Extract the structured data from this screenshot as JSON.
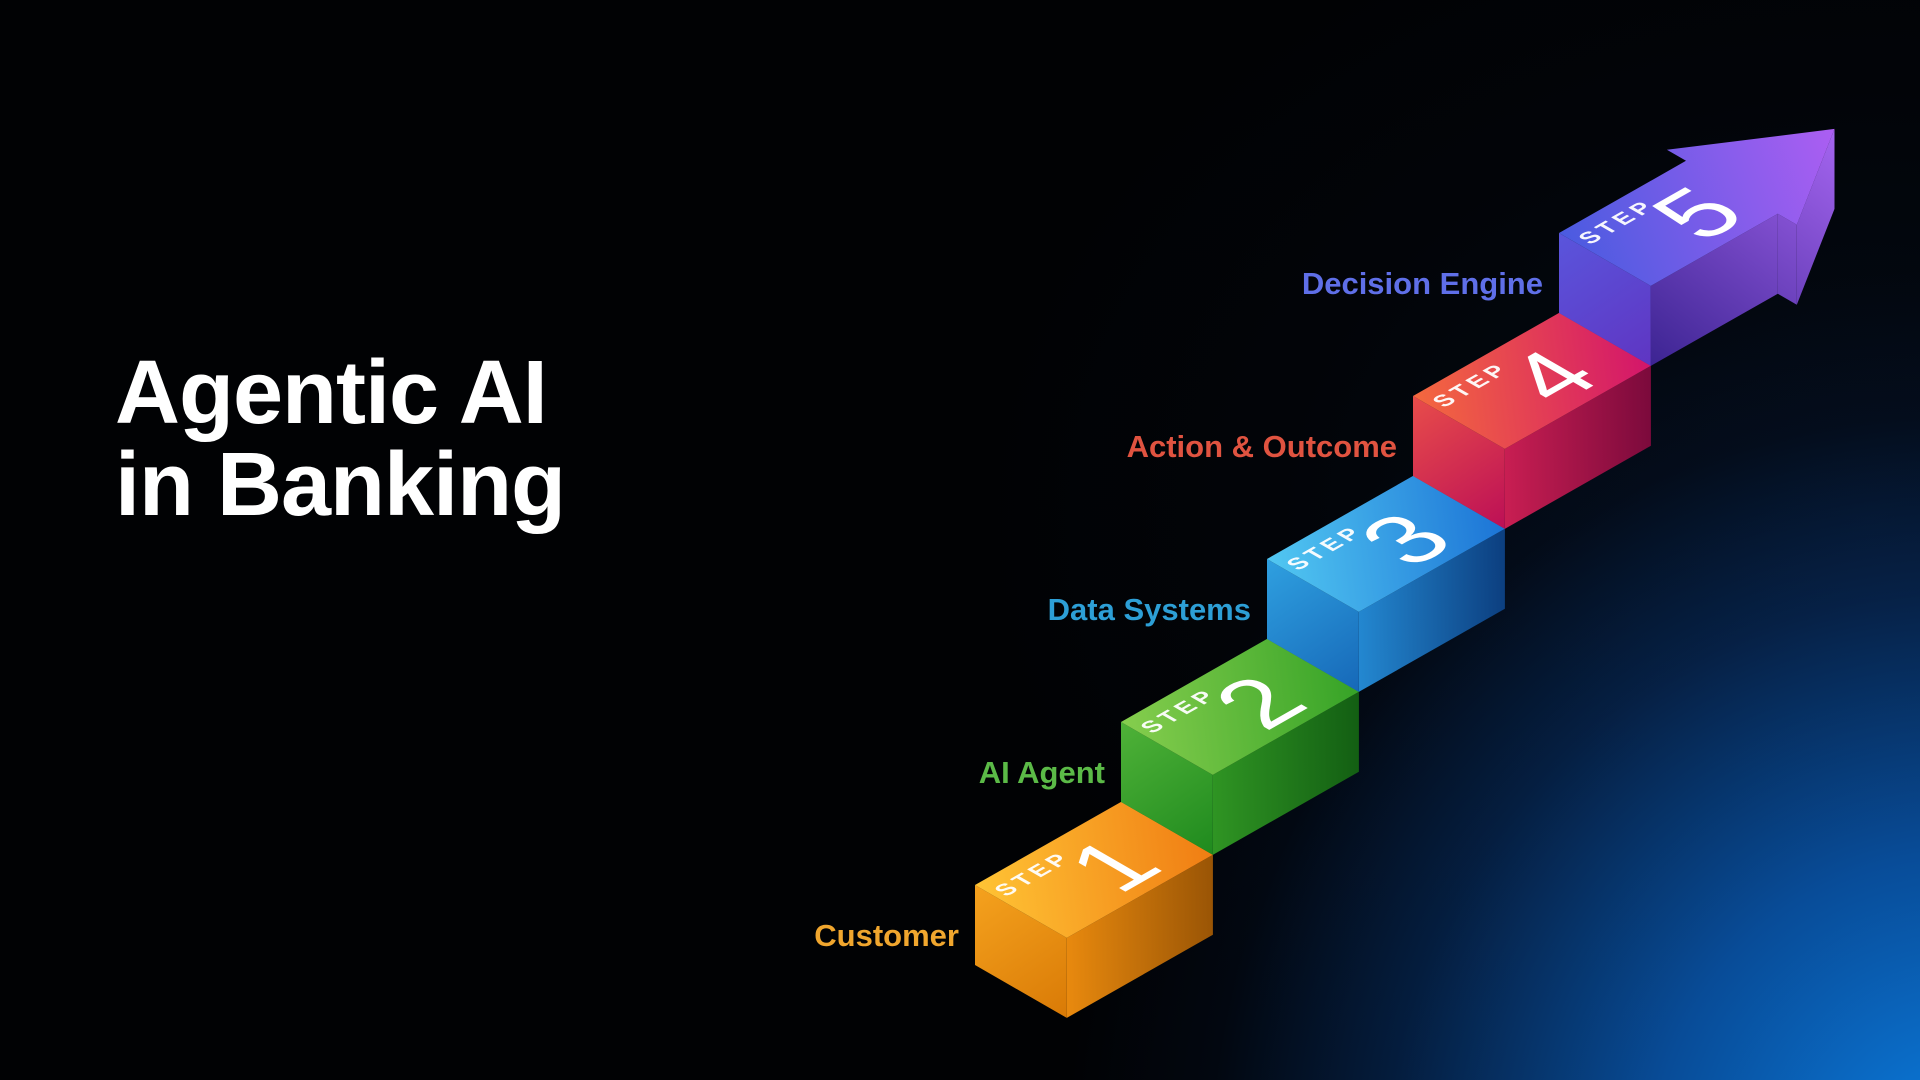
{
  "title": {
    "line1": "Agentic AI",
    "line2": "in Banking"
  },
  "diagram": {
    "step_word": "STEP",
    "number_color": "#FFFFFF",
    "step_word_color": "#FFFFFF",
    "steps": [
      {
        "number": "1",
        "label": "Customer",
        "label_color": "#F0A62E",
        "tread_light": "#FFC435",
        "tread_dark": "#F07D13",
        "riser_light": "#F5A21E",
        "riser_dark": "#D97A06",
        "side_light": "#E8890E",
        "side_dark": "#9A5505"
      },
      {
        "number": "2",
        "label": "AI Agent",
        "label_color": "#5BBA47",
        "tread_light": "#86CE4E",
        "tread_dark": "#36A327",
        "riser_light": "#4FB238",
        "riser_dark": "#1F8A1E",
        "side_light": "#2F9423",
        "side_dark": "#135F13"
      },
      {
        "number": "3",
        "label": "Data Systems",
        "label_color": "#2D9FD6",
        "tread_light": "#52C8F2",
        "tread_dark": "#1C74D6",
        "riser_light": "#2FA0E0",
        "riser_dark": "#1668B8",
        "side_light": "#2387D0",
        "side_dark": "#0C3F80"
      },
      {
        "number": "4",
        "label": "Action & Outcome",
        "label_color": "#E05340",
        "tread_light": "#F4693E",
        "tread_dark": "#D3156B",
        "riser_light": "#E84D4A",
        "riser_dark": "#BC0F56",
        "side_light": "#C81E52",
        "side_dark": "#7C0A3C"
      },
      {
        "number": "5",
        "label": "Decision Engine",
        "label_color": "#5F6FE8",
        "tread_light": "#4A5BE0",
        "tread_dark": "#AC5EF2",
        "riser_light": "#5A55DC",
        "riser_dark": "#5F35C2",
        "side_light": "#A565F0",
        "side_dark": "#3C2492"
      }
    ]
  },
  "background": {
    "base": "#010204",
    "glow": "#0C82E8"
  }
}
